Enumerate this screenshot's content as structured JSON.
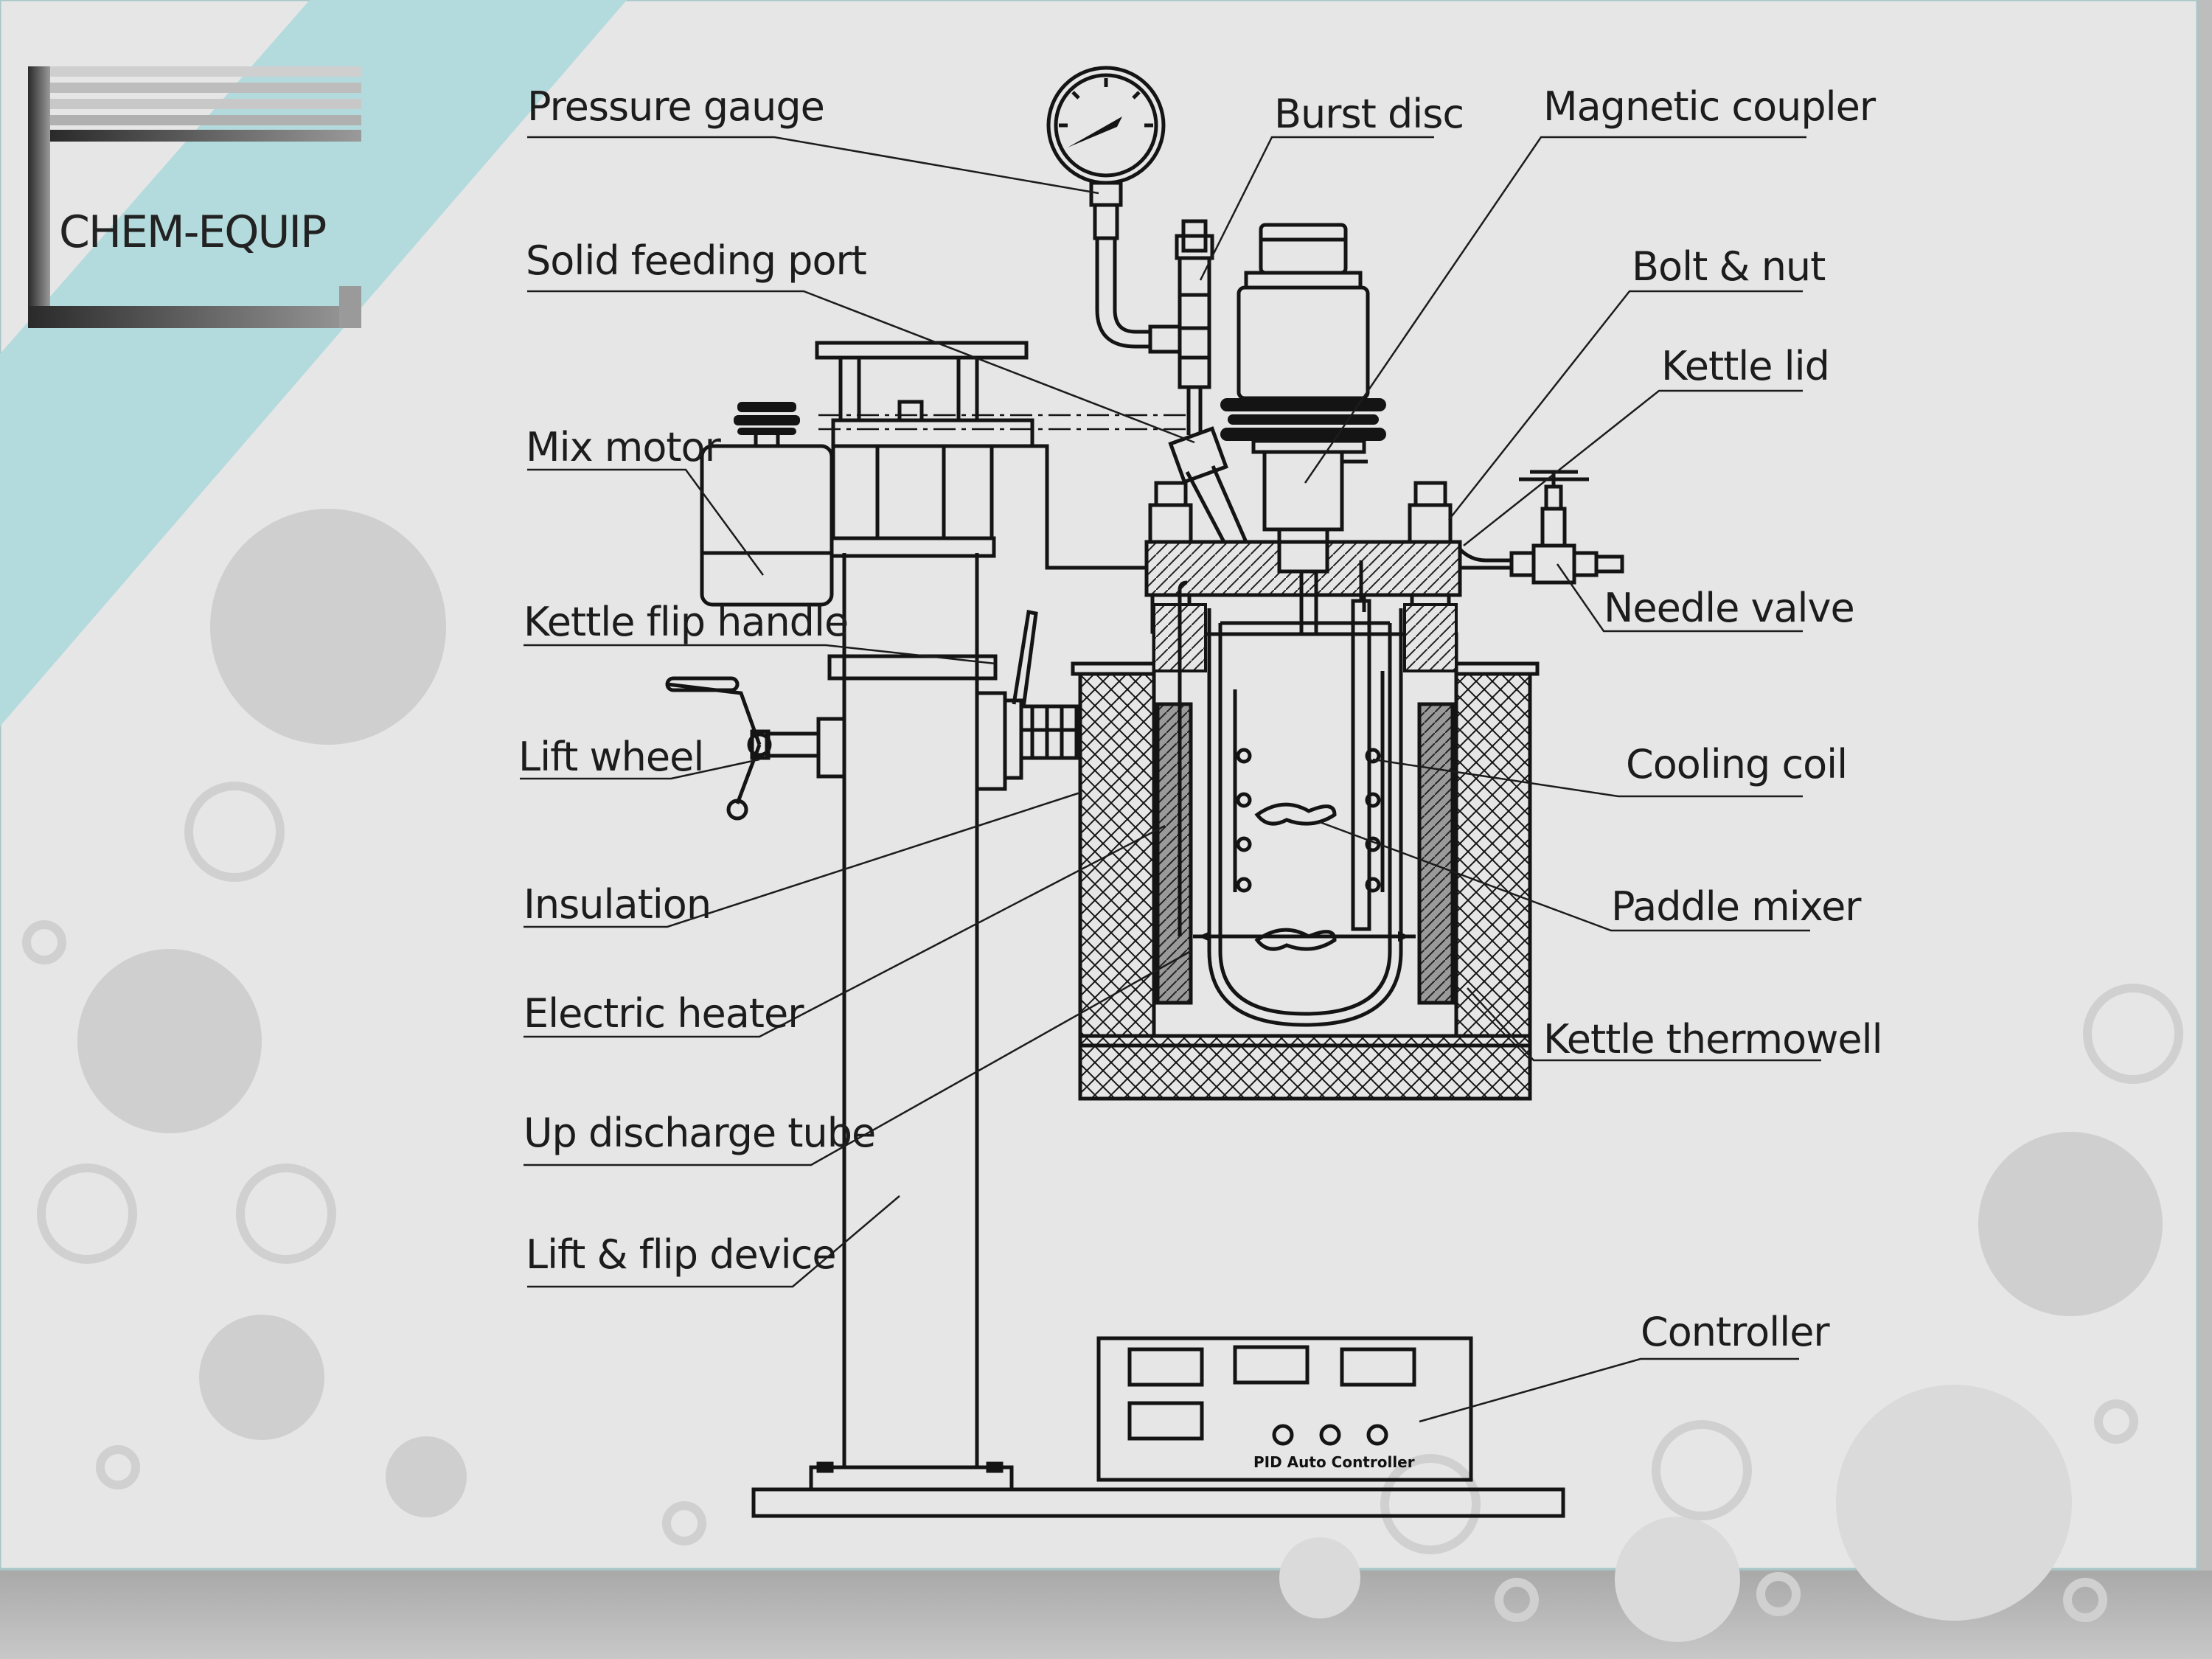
{
  "logo": {
    "text": "CHEM-EQUIP"
  },
  "labels": {
    "pressure_gauge": "Pressure gauge",
    "burst_disc": "Burst disc",
    "magnetic_coupler": "Magnetic coupler",
    "solid_feeding_port": "Solid feeding port",
    "bolt_nut": "Bolt & nut",
    "kettle_lid": "Kettle lid",
    "mix_motor": "Mix motor",
    "needle_valve": "Needle valve",
    "kettle_flip_handle": "Kettle flip handle",
    "lift_wheel": "Lift wheel",
    "cooling_coil": "Cooling coil",
    "insulation": "Insulation",
    "paddle_mixer": "Paddle mixer",
    "electric_heater": "Electric heater",
    "kettle_thermowell": "Kettle thermowell",
    "up_discharge_tube": "Up discharge tube",
    "lift_flip_device": "Lift & flip device",
    "controller": "Controller"
  },
  "controller_panel": {
    "text": "PID Auto Controller"
  },
  "colors": {
    "background": "#e6e6e6",
    "accent_band": "#b3dadc",
    "line": "#141414",
    "bubble": "#cfcfcf",
    "floor": "#bdbdbd"
  }
}
